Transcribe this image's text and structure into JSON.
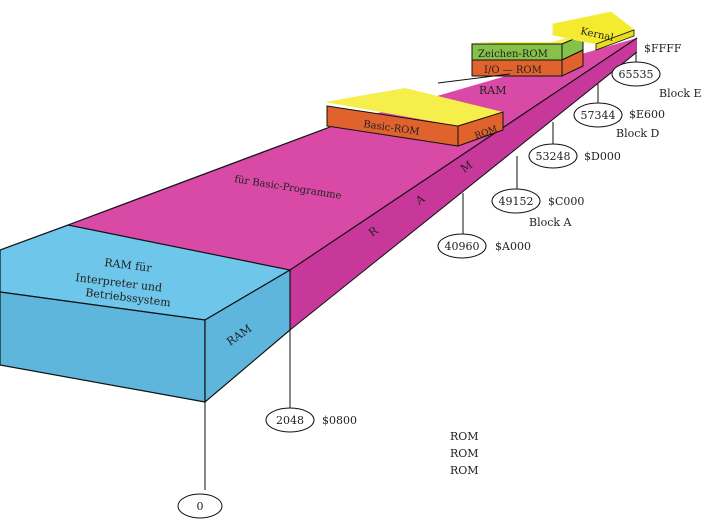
{
  "colors": {
    "ram_blue": "#6ec6ea",
    "ram_blue_side": "#5fb6dd",
    "ram_magenta": "#d94aa6",
    "ram_magenta_side": "#c8379a",
    "basic_rom": "#e0622c",
    "basic_rom_top": "#ee7a3f",
    "zeichen_rom": "#86c24a",
    "kernal": "#f4ea2e",
    "outline": "#f5ee4b",
    "line": "#111111"
  },
  "labels": {
    "ram_os": [
      "RAM für",
      "Interpreter und",
      "Betriebssystem"
    ],
    "ram_side": "RAM",
    "basic_programs": "für Basic-Programme",
    "ram_r": "R",
    "ram_a": "A",
    "ram_m": "M",
    "basic_rom": "Basic-ROM",
    "basic_rom_side": "ROM",
    "ram_upper": "RAM",
    "zeichen_rom": "Zeichen-ROM",
    "io_rom": "I/O — ROM",
    "kernal": "Kernal"
  },
  "markers": [
    {
      "decimal": "0",
      "hex": ""
    },
    {
      "decimal": "2048",
      "hex": "$0800"
    },
    {
      "decimal": "40960",
      "hex": "$A000"
    },
    {
      "decimal": "49152",
      "hex": "$C000"
    },
    {
      "decimal": "53248",
      "hex": "$D000"
    },
    {
      "decimal": "57344",
      "hex": "$E600"
    },
    {
      "decimal": "65535",
      "hex": "$FFFF"
    }
  ],
  "blocks": [
    "Block A",
    "Block D",
    "Block E"
  ],
  "stray_text": [
    "ROM",
    "ROM",
    "ROM"
  ]
}
